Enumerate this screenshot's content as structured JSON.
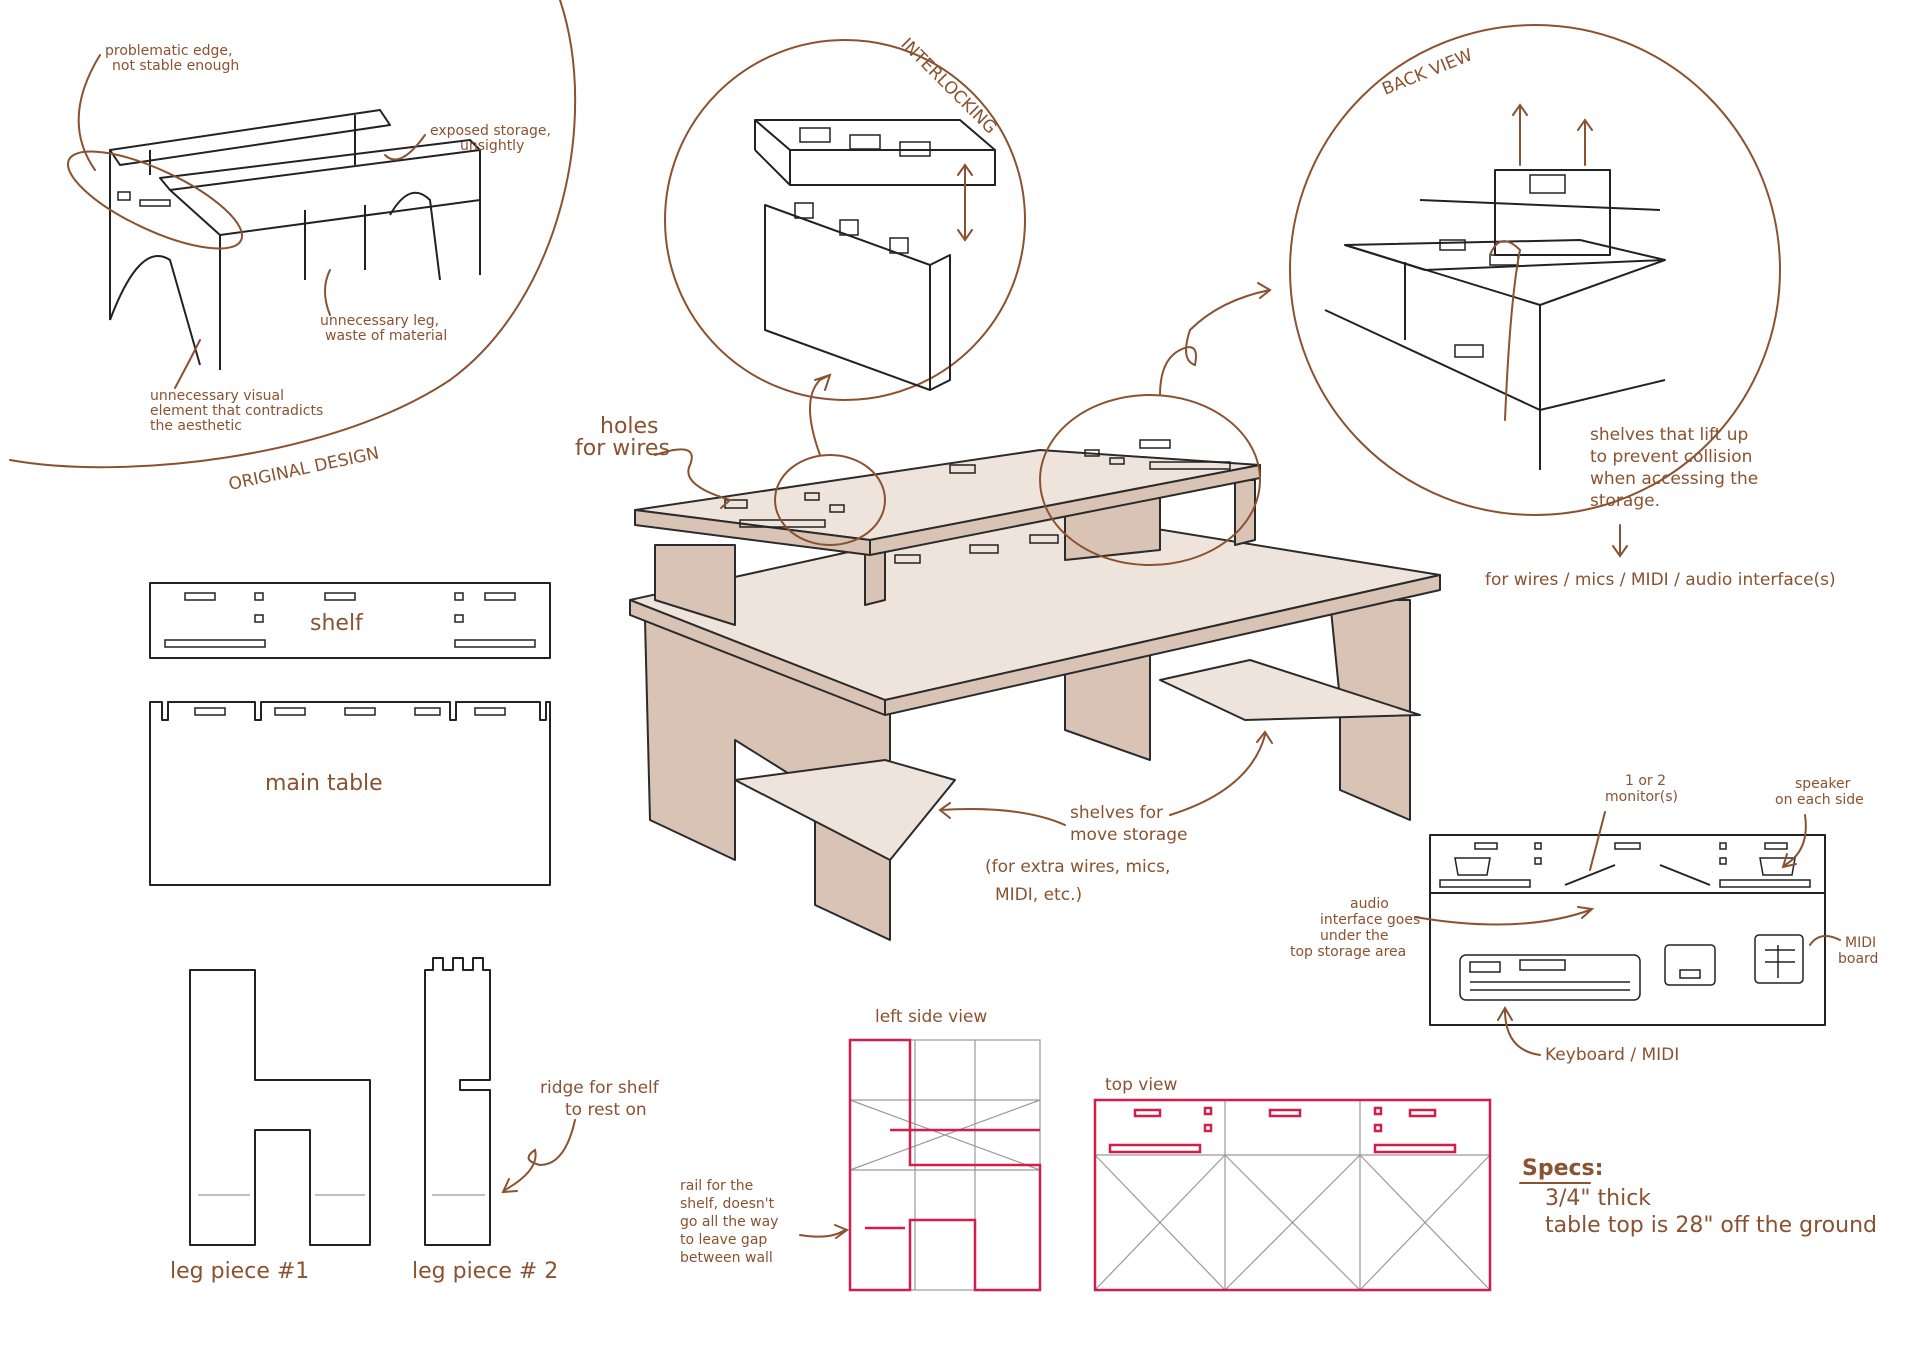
{
  "original": {
    "title": "ORIGINAL DESIGN",
    "note_edge": [
      "problematic edge,",
      "not stable enough"
    ],
    "note_storage": [
      "exposed storage,",
      "unsightly"
    ],
    "note_leg": [
      "unnecessary leg,",
      "waste of material"
    ],
    "note_visual": [
      "unnecessary visual",
      "element that contradicts",
      "the aesthetic"
    ]
  },
  "interlocking": {
    "title": "INTERLOCKING"
  },
  "back_view": {
    "title": "BACK VIEW",
    "note": [
      "shelves that lift up",
      "to prevent collision",
      "when accessing the",
      "storage."
    ],
    "for_items": "for wires / mics / MIDI / audio interface(s)"
  },
  "main": {
    "holes": [
      "holes",
      "for wires"
    ],
    "shelves": [
      "shelves for",
      "move storage"
    ],
    "shelves_extra": [
      "(for extra wires, mics,",
      "MIDI, etc.)"
    ]
  },
  "parts": {
    "shelf": "shelf",
    "main_table": "main table",
    "leg1": "leg piece #1",
    "leg2": "leg piece # 2",
    "ridge": [
      "ridge for shelf",
      "to rest on"
    ]
  },
  "views": {
    "left_side": "left side view",
    "top": "top view",
    "rail": [
      "rail for the",
      "shelf, doesn't",
      "go all the way",
      "to leave gap",
      "between wall"
    ]
  },
  "layout": {
    "monitors": [
      "1 or 2",
      "monitor(s)"
    ],
    "speaker": [
      "speaker",
      "on each side"
    ],
    "audio": [
      "audio",
      "interface goes",
      "under the",
      "top storage area"
    ],
    "midi_board": [
      "MIDI",
      "board"
    ],
    "keyboard": "Keyboard / MIDI"
  },
  "specs": {
    "title": "Specs:",
    "line1": "3/4\" thick",
    "line2": "table top is 28\" off the ground"
  }
}
